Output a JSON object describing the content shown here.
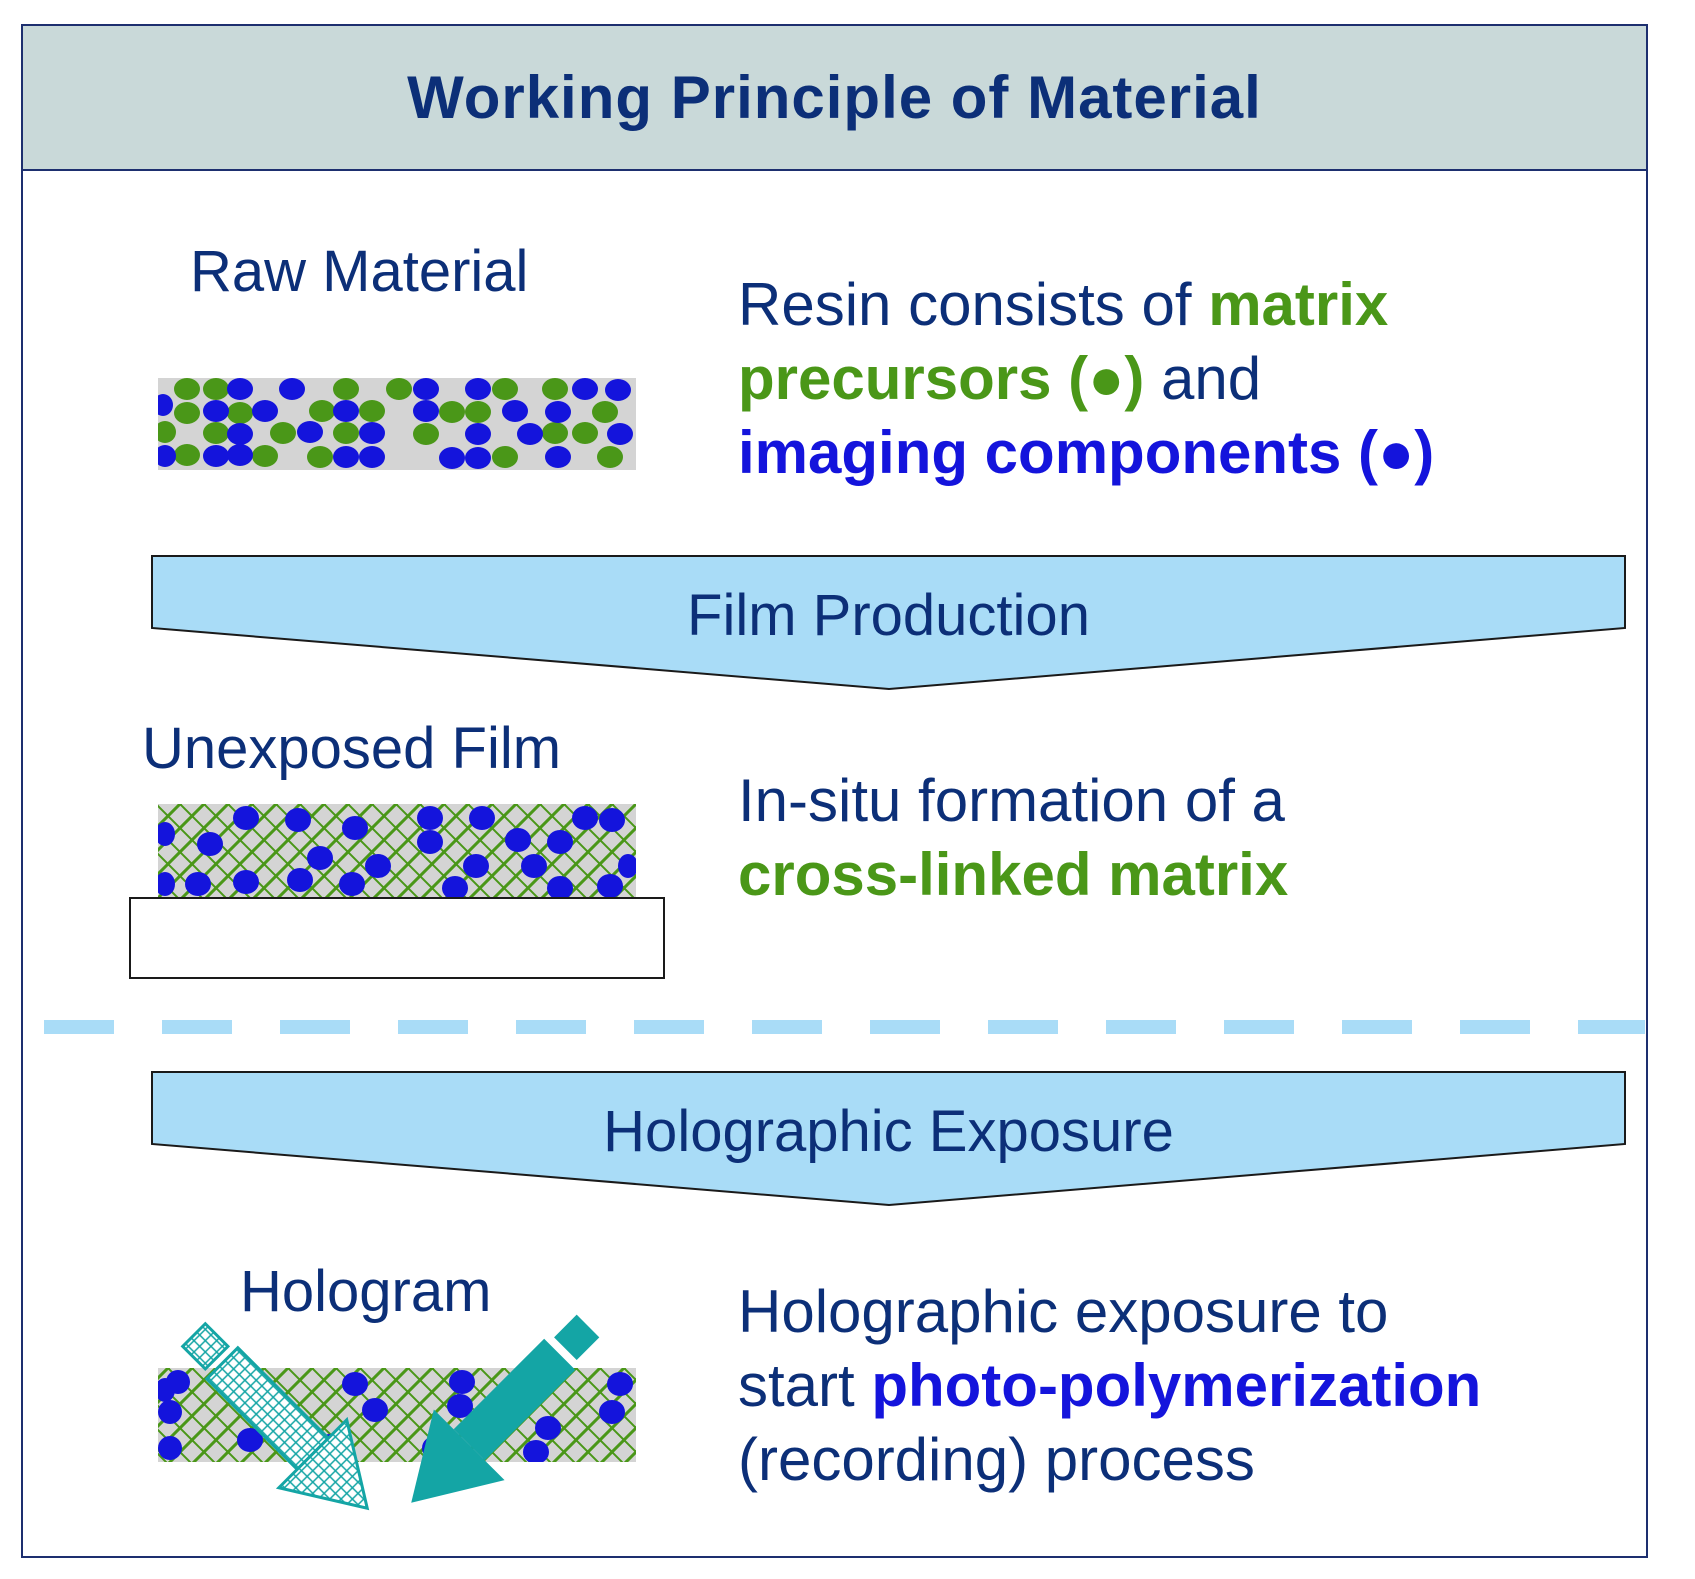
{
  "title": "Working Principle of Material",
  "colors": {
    "title_text": "#0c2f78",
    "title_background": "#c9d9d9",
    "matrix_green": "#4a9718",
    "imaging_blue": "#1414dc",
    "arrow_fill": "#a9dcf7",
    "divider": "#a9dcf7",
    "beam_teal": "#14a5a5"
  },
  "raw_material": {
    "label": "Raw Material",
    "desc_line1_prefix": "Resin consists of ",
    "desc_line1_highlight": "matrix",
    "desc_line2_highlight": "precursors (●)",
    "desc_line2_suffix": " and",
    "desc_line3_highlight": "imaging components (●)"
  },
  "step1": {
    "label": "Film Production"
  },
  "unexposed_film": {
    "label": "Unexposed Film",
    "desc_line1": "In-situ formation of a",
    "desc_line2_highlight": "cross-linked matrix"
  },
  "step2": {
    "label": "Holographic Exposure"
  },
  "hologram": {
    "label": "Hologram",
    "desc_line1": "Holographic exposure to",
    "desc_line2_prefix": "start ",
    "desc_line2_highlight": "photo-polymerization",
    "desc_line3": "(recording) process"
  }
}
